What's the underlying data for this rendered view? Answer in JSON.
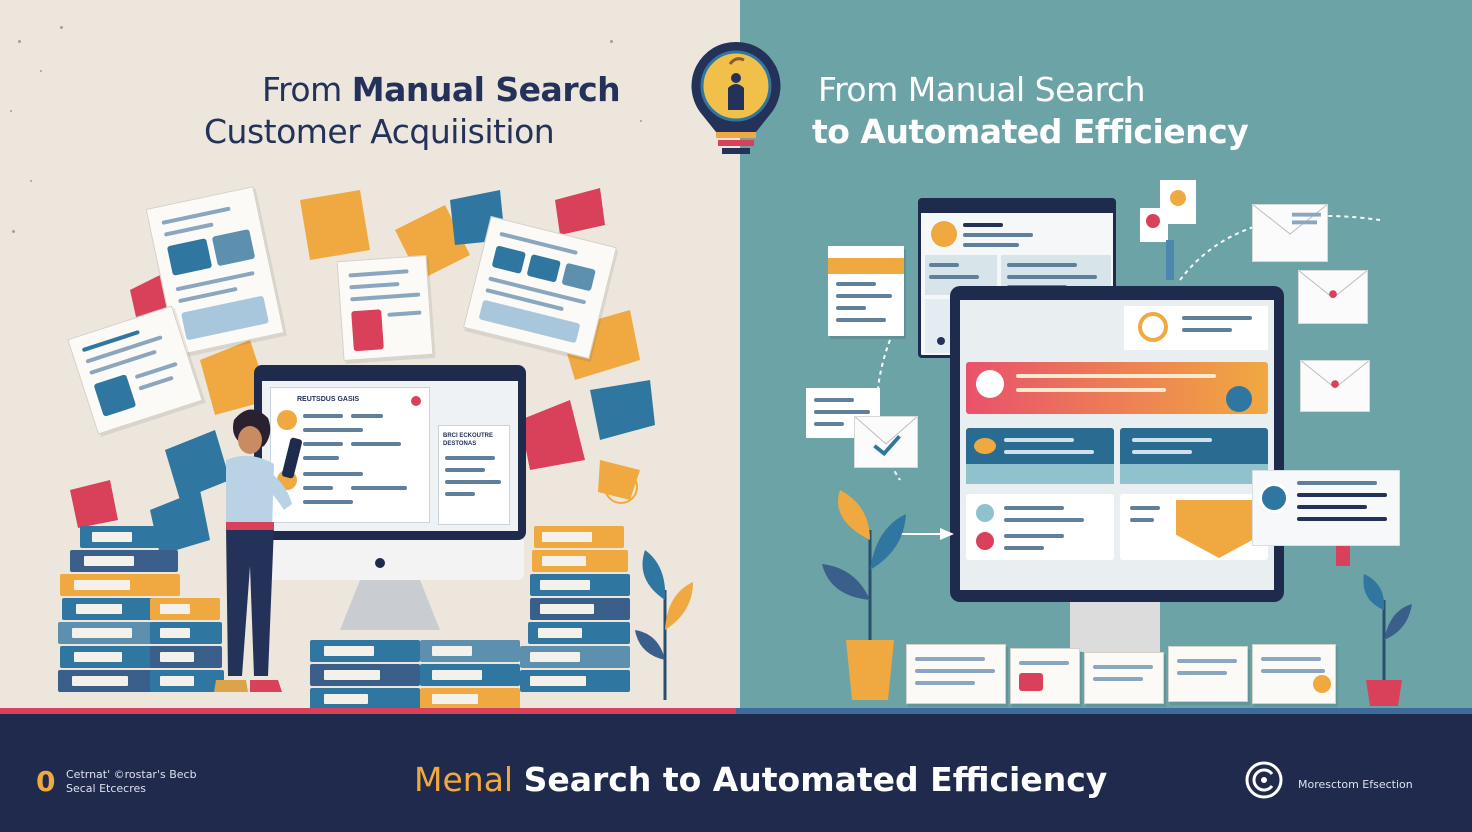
{
  "left": {
    "heading_line1_prefix": "From ",
    "heading_line1_bold": "Manual Search",
    "heading_line2": "Customer Acquiisition",
    "monitor_header": "REUTSDUS GASIS",
    "side_card_title": "BRCI ECKOUTRE DESTONAS"
  },
  "right": {
    "heading_line1": "From Manual Search",
    "heading_line2": "to Automated  Efficiency"
  },
  "footer": {
    "logo_glyph": "0",
    "left_line1": "Cetrnat' ©rostar's Becb",
    "left_line2": "Secal Etcecres",
    "title_accent": "Menal ",
    "title_main": "Search to Automated Efficiency",
    "right_label": "Moresctom Efsection"
  },
  "colors": {
    "navy": "#243158",
    "teal": "#6ba3a6",
    "footer_bg": "#202a4c",
    "accent_orange": "#f0a940",
    "accent_red": "#d9415b",
    "accent_blue": "#2f77a0"
  }
}
